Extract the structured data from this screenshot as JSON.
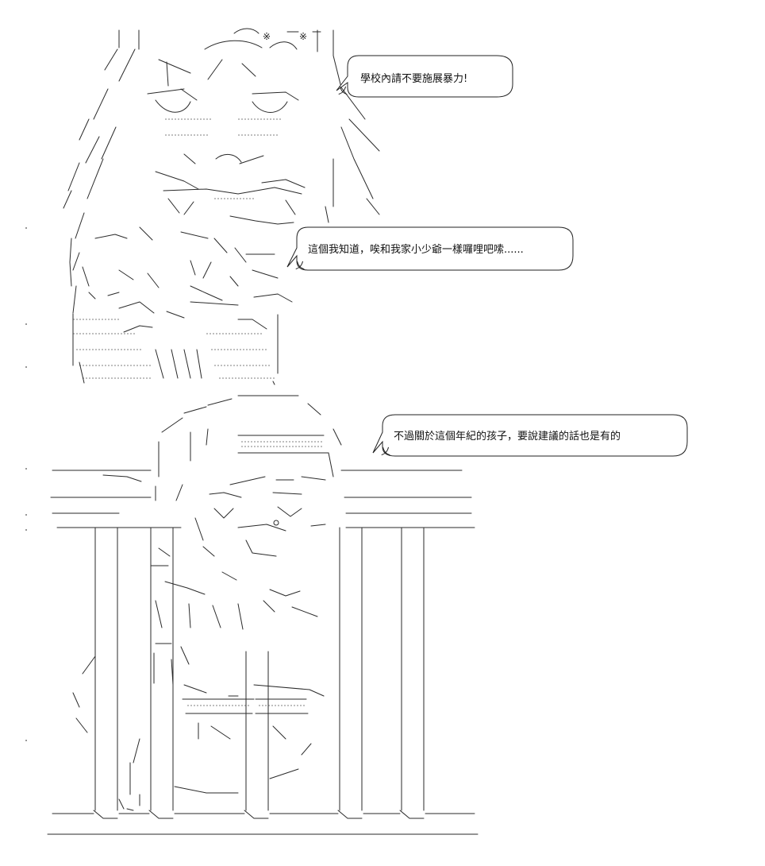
{
  "speech_bubbles": [
    {
      "text": "學校內請不要施展暴力!"
    },
    {
      "text": "這個我知道，唉和我家小少爺一樣囉哩吧嗦......"
    },
    {
      "text": "不過關於這個年紀的孩子，要說建議的話也是有的"
    }
  ],
  "ascii_marks": {
    "mark_a": "※",
    "mark_b": "※",
    "tail_a": "乂",
    "tail_b": "乂",
    "tail_c": "乂"
  },
  "colors": {
    "background": "#ffffff",
    "line": "#2a2a2a",
    "text": "#111111"
  }
}
